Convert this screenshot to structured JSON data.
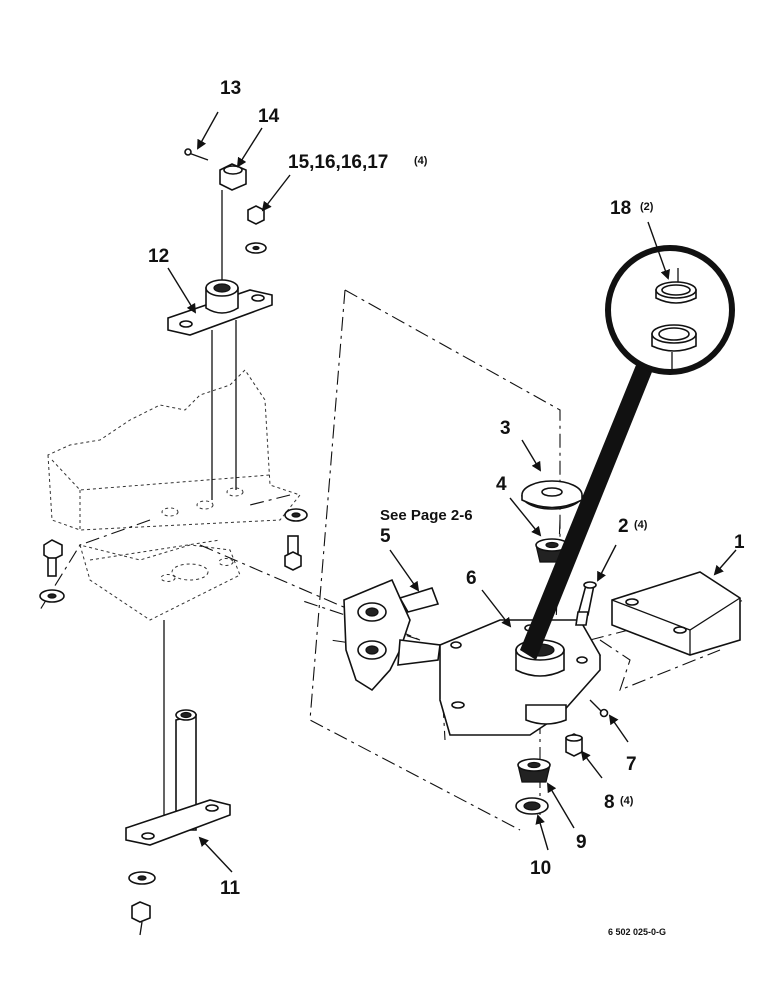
{
  "callouts": {
    "c1": "1",
    "c2": "2",
    "c2_qty": "(4)",
    "c3": "3",
    "c4": "4",
    "c5": "5",
    "c6": "6",
    "c7": "7",
    "c8": "8",
    "c8_qty": "(4)",
    "c9": "9",
    "c10": "10",
    "c11": "11",
    "c12": "12",
    "c13": "13",
    "c14": "14",
    "c15": "15,16,16,17",
    "c15_qty": "(4)",
    "c18": "18",
    "c18_qty": "(2)"
  },
  "note": "See Page 2-6",
  "figure_ref": "6 502 025-0-G"
}
